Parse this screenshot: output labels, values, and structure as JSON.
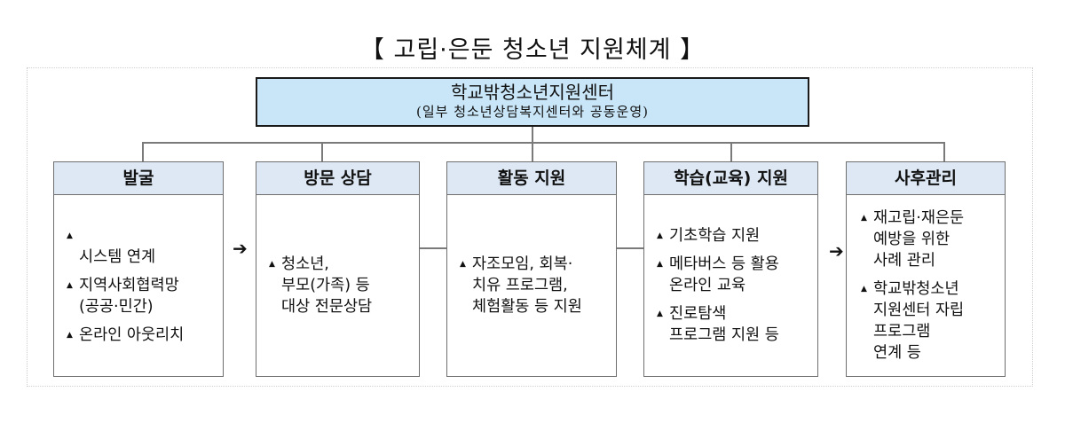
{
  "title": "【 고립·은둔 청소년 지원체계 】",
  "center": {
    "name": "학교밖청소년지원센터",
    "note": "(일부 청소년상담복지센터와 공동운영)",
    "fill_color": "#c9e6f8"
  },
  "columns": [
    {
      "header": "발굴",
      "items": [
        {
          "bullet": "▲",
          "text": "\n시스템 연계"
        },
        {
          "bullet": "▲",
          "text": "지역사회협력망\n(공공·민간)"
        },
        {
          "bullet": "▲",
          "text": "온라인 아웃리치"
        }
      ]
    },
    {
      "header": "방문 상담",
      "items": [
        {
          "bullet": "▲",
          "text": "청소년,\n부모(가족) 등\n대상 전문상담"
        }
      ]
    },
    {
      "header": "활동 지원",
      "items": [
        {
          "bullet": "▲",
          "text": "자조모임, 회복·\n치유  프로그램,\n체험활동 등 지원"
        }
      ]
    },
    {
      "header": "학습(교육) 지원",
      "items": [
        {
          "bullet": "▲",
          "text": "기초학습 지원"
        },
        {
          "bullet": "▲",
          "text": "메타버스 등 활용\n온라인 교육"
        },
        {
          "bullet": "▲",
          "text": "진로탐색\n프로그램 지원 등"
        }
      ]
    },
    {
      "header": "사후관리",
      "items": [
        {
          "bullet": "▲",
          "text": "재고립·재은둔\n예방을 위한\n사례 관리"
        },
        {
          "bullet": "▲",
          "text": "학교밖청소년\n지원센터 자립\n프로그램\n연계 등"
        }
      ]
    }
  ],
  "arrows": [
    "➔",
    "➔"
  ],
  "colors": {
    "header_fill": "#dde8f4",
    "border": "#6f6f6f",
    "connector": "#7a7a7a"
  }
}
